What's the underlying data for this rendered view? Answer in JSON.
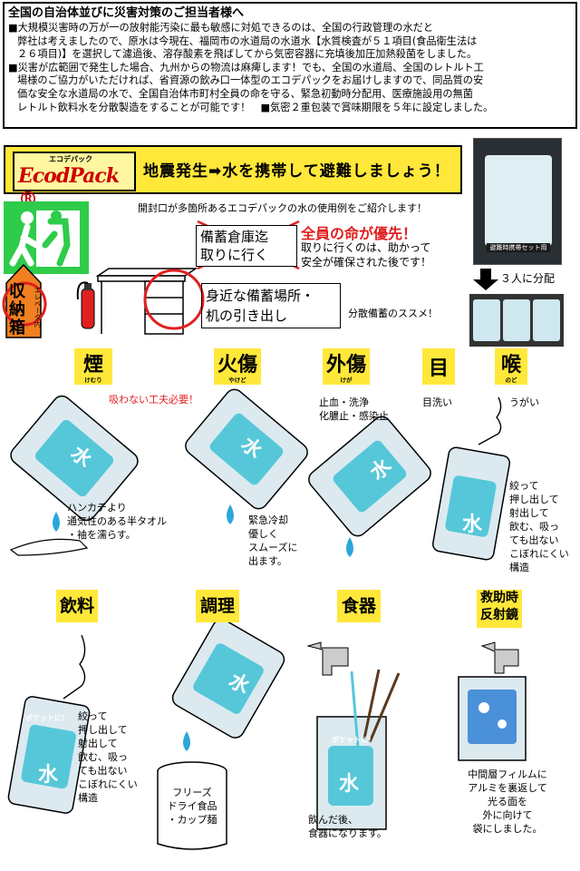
{
  "intro": {
    "title": "全国の自治体並びに災害対策のご担当者様へ",
    "p1_l1": "■大規模災害時の万が一の放射能汚染に最も敏感に対処できるのは、全国の行政管理の水だと",
    "p1_l2": "弊社は考えましたので、原水は今現在、福岡市の水道局の水道水【水質検査が５１項目(食品衛生法は",
    "p1_l3": "２６項目)】を選択して濾過後、溶存酸素を飛ばしてから気密容器に充填後加圧加熱殺菌をしました。",
    "p2_l1": "■災害が広範囲で発生した場合、九州からの物流は麻痺します！でも、全国の水道局、全国のレトルト工",
    "p2_l2": "場様のご協力がいただければ、省資源の飲み口一体型のエコデパックをお届けしますので、同品質の安",
    "p2_l3": "価な安全な水道局の水で、全国自治体市町村全員の命を守る、緊急初動時分配用、医療施設用の無菌",
    "p2_l4": "レトルト飲料水を分散製造をすることが可能です！　■気密２重包装で賞味期限を５年に設定しました。"
  },
  "banner": {
    "logo_small": "エコデパック",
    "logo_big": "EcodPack ®",
    "text": "地震発生➡水を携帯して避難しましょう！"
  },
  "product": {
    "label": "避難時携帯セット用"
  },
  "storage": {
    "intro": "開封口が多箇所あるエコデパックの水の使用例をご紹介します！",
    "warehouse_l1": "備蓄倉庫迄",
    "warehouse_l2": "取りに行く",
    "priority": "全員の命が優先！",
    "priority_l1": "取りに行くのは、助かって",
    "priority_l2": "安全が確保された後です！",
    "nearby_l1": "身近な備蓄場所・",
    "nearby_l2": "机の引き出し",
    "distributed": "分散備蓄のススメ！",
    "box_main": "収納箱",
    "box_sub": "エレベータ内",
    "split": "３人に分配"
  },
  "uses": {
    "smoke": {
      "label": "煙",
      "ruby": "けむり",
      "warn": "吸わない工夫必要！",
      "n1": "ハンカチより",
      "n2": "通気性のある半タオル",
      "n3": "・袖を濡らす。"
    },
    "burn": {
      "label": "火傷",
      "ruby": "やけど",
      "n1": "緊急冷却",
      "n2": "優しく",
      "n3": "スムーズに",
      "n4": "出ます。"
    },
    "wound": {
      "label": "外傷",
      "ruby": "けが",
      "n1": "止血・洗浄",
      "n2": "化膿止・感染止"
    },
    "eye": {
      "label": "目",
      "n1": "目洗い"
    },
    "throat": {
      "label": "喉",
      "ruby": "のど",
      "n1": "うがい",
      "n2": "絞って",
      "n3": "押し出して",
      "n4": "射出して",
      "n5": "飲む、吸っ",
      "n6": "ても出ない",
      "n7": "こぼれにくい",
      "n8": "構造"
    },
    "drink": {
      "label": "飲料",
      "n1": "絞って",
      "n2": "押し出して",
      "n3": "射出して",
      "n4": "飲む、吸っ",
      "n5": "ても出ない",
      "n6": "こぼれにくい",
      "n7": "構造"
    },
    "cook": {
      "label": "調理",
      "n1": "フリーズ",
      "n2": "ドライ食品",
      "n3": "・カップ麺"
    },
    "dish": {
      "label": "食器",
      "n1": "飲んだ後、",
      "n2": "食器になります。"
    },
    "mirror": {
      "label_l1": "救助時",
      "label_l2": "反射鏡",
      "n1": "中間層フィルムに",
      "n2": "アルミを裏返して",
      "n3": "光る面を",
      "n4": "外に向けて",
      "n5": "袋にしました。"
    }
  },
  "pouch": {
    "brand": "ポケットに！",
    "water": "水"
  }
}
